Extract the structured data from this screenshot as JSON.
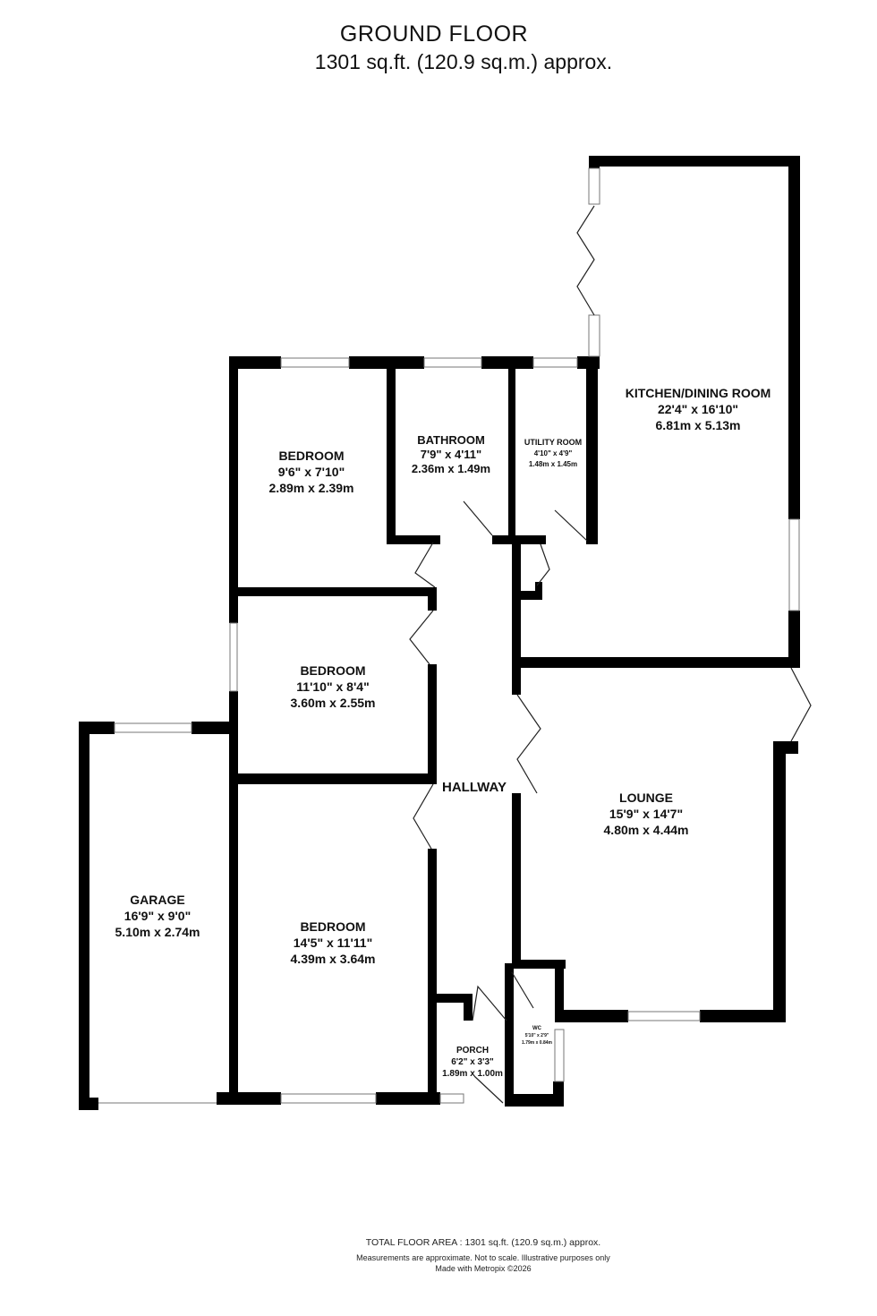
{
  "header": {
    "title": "GROUND FLOOR",
    "area": "1301 sq.ft. (120.9 sq.m.) approx."
  },
  "rooms": {
    "kitchen": {
      "name": "KITCHEN/DINING ROOM",
      "imperial": "22'4\"  x 16'10\"",
      "metric": "6.81m  x 5.13m"
    },
    "bathroom": {
      "name": "BATHROOM",
      "imperial": "7'9\"  x 4'11\"",
      "metric": "2.36m  x 1.49m"
    },
    "utility": {
      "name": "UTILITY ROOM",
      "imperial": "4'10\"  x 4'9\"",
      "metric": "1.48m  x 1.45m"
    },
    "bedroom1": {
      "name": "BEDROOM",
      "imperial": "9'6\"  x 7'10\"",
      "metric": "2.89m  x 2.39m"
    },
    "bedroom2": {
      "name": "BEDROOM",
      "imperial": "11'10\"  x 8'4\"",
      "metric": "3.60m  x 2.55m"
    },
    "bedroom3": {
      "name": "BEDROOM",
      "imperial": "14'5\"  x 11'11\"",
      "metric": "4.39m  x 3.64m"
    },
    "lounge": {
      "name": "LOUNGE",
      "imperial": "15'9\"  x 14'7\"",
      "metric": "4.80m  x 4.44m"
    },
    "garage": {
      "name": "GARAGE",
      "imperial": "16'9\"  x 9'0\"",
      "metric": "5.10m  x 2.74m"
    },
    "hallway": {
      "name": "HALLWAY"
    },
    "porch": {
      "name": "PORCH",
      "imperial": "6'2\"  x 3'3\"",
      "metric": "1.89m  x 1.00m"
    },
    "wc": {
      "name": "WC",
      "imperial": "5'10\"  x 2'9\"",
      "metric": "1.79m  x 0.84m"
    }
  },
  "footer": {
    "total": "TOTAL FLOOR AREA : 1301 sq.ft. (120.9 sq.m.) approx.",
    "disclaimer": "Measurements are approximate.  Not to scale.  Illustrative purposes only",
    "credit": "Made with Metropix ©2026"
  }
}
